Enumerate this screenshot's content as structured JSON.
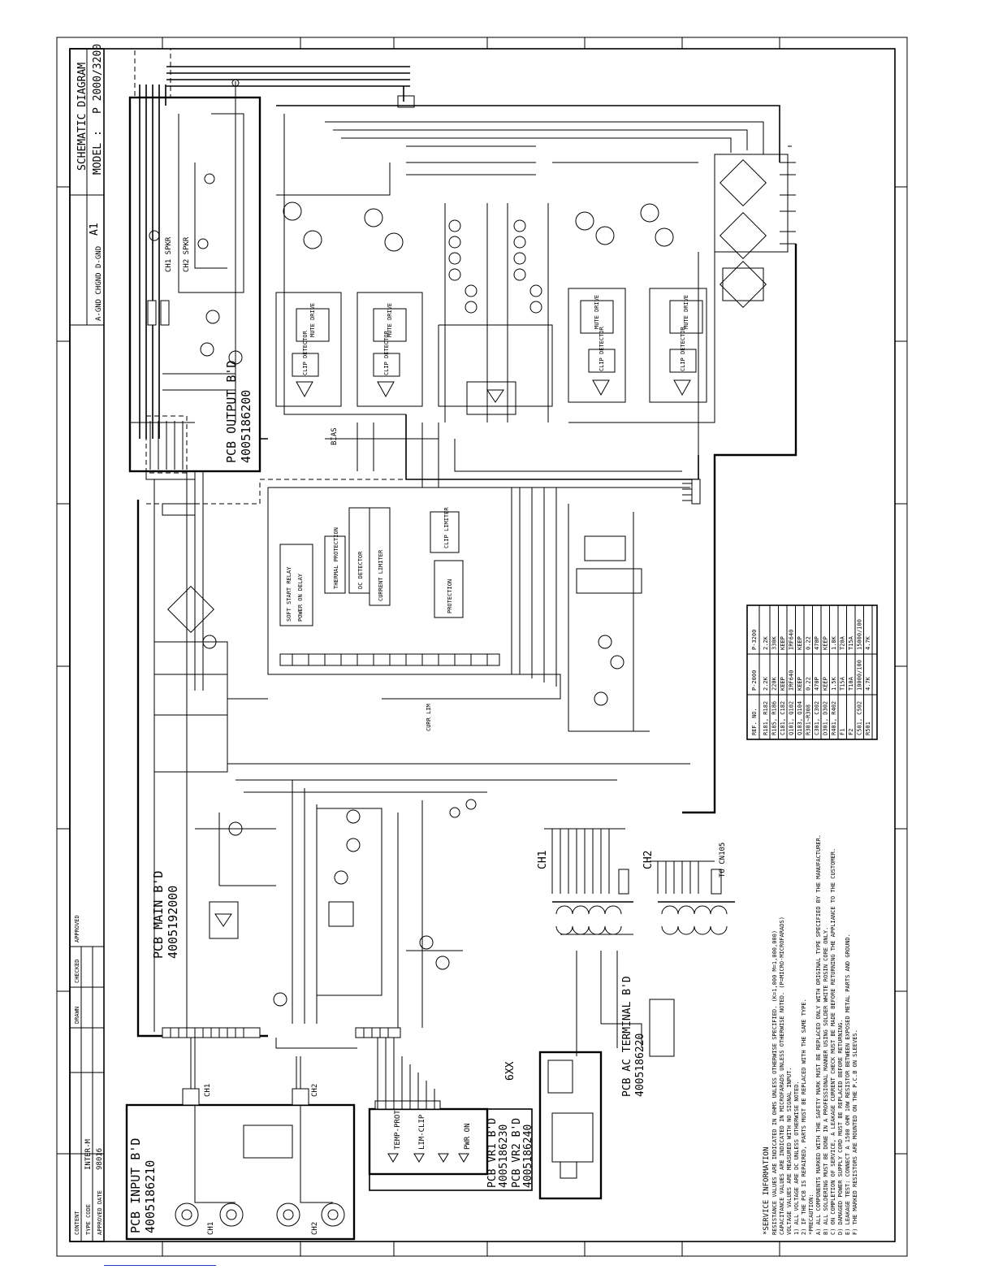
{
  "title_block": {
    "title": "SCHEMATIC DIAGRAM",
    "model_label": "MODEL :",
    "model": "P 2000/3200",
    "size": "A1",
    "ground_symbols": "A-GND  CHGND  D-GND",
    "company": "INTER-M",
    "doc_no": "98016",
    "labels": [
      "CONTENT",
      "TYPE CODE",
      "APPROVED DATE",
      "DRAWN",
      "CHECKED",
      "APPROVED"
    ]
  },
  "boards": {
    "output": {
      "name": "PCB OUTPUT B'D",
      "code": "4005186200"
    },
    "main": {
      "name": "PCB MAIN B'D",
      "code": "4005192000"
    },
    "input": {
      "name": "PCB INPUT B'D",
      "code": "4005186210"
    },
    "vr1": {
      "name": "PCB VR1 B'D",
      "code": "4005186230"
    },
    "vr2": {
      "name": "PCB VR2 B'D",
      "code": "4005186240"
    },
    "ac": {
      "name": "PCB AC TERMINAL B'D",
      "code": "4005186220"
    },
    "vr_suffix": "6XX"
  },
  "channel_labels": {
    "ch1": "CH1",
    "ch2": "CH2"
  },
  "misc_labels": {
    "spkr1": "CH1 SPKR",
    "spkr2": "CH2 SPKR",
    "bias": "BIAS",
    "temp_prot": "TEMP-PROT",
    "lim_clip": "LIM-CLIP",
    "pwr_on": "PWR ON",
    "curr_lim": "CURR LIM",
    "to_cn": "TO CN105"
  },
  "blocks": [
    "SOFT START RELAY",
    "POWER ON DELAY",
    "THERMAL PROTECTION",
    "DC DETECTOR",
    "CURRENT LIMITER",
    "CLIP LIMITER",
    "PROTECTION",
    "MUTE DRIVE",
    "MUTE DRIVE",
    "MUTE DRIVE",
    "MUTE DRIVE",
    "CLIP DETECTOR",
    "CLIP DETECTOR",
    "CLIP DETECTOR",
    "CLIP DETECTOR"
  ],
  "parts_table": {
    "headers": [
      "REF. NO.",
      "P-2000",
      "P-3200"
    ],
    "rows": [
      [
        "R181, R182",
        "2.2K",
        "2.2K"
      ],
      [
        "R185, R186",
        "220K",
        "330K"
      ],
      [
        "C181, C182",
        "KEEP",
        "KEEP"
      ],
      [
        "Q101, Q102",
        "IRF640",
        "IRF640"
      ],
      [
        "Q103, Q104",
        "KEEP",
        "KEEP"
      ],
      [
        "R301~R308",
        "0.22",
        "0.22"
      ],
      [
        "C301, C302",
        "470P",
        "470P"
      ],
      [
        "D301, D302",
        "KEEP",
        "KEEP"
      ],
      [
        "R401, R402",
        "1.5K",
        "1.8K"
      ],
      [
        "F1",
        "T15A",
        "T20A"
      ],
      [
        "F2",
        "T10A",
        "T15A"
      ],
      [
        "C501, C502",
        "10000/100",
        "15000/100"
      ],
      [
        "R501",
        "4.7K",
        "4.7K"
      ]
    ]
  },
  "notes": {
    "title": "*SERVICE INFORMATION",
    "lines": [
      "RESISTANCE VALUES ARE INDICATED IN OHMS UNLESS OTHERWISE SPECIFIED. (K=1,000  M=1,000,000)",
      "CAPACITANCE VALUES ARE INDICATED IN MICROFARADS UNLESS OTHERWISE NOTED. (P=MICRO-MICROFARADS)",
      "VOLTAGE VALUES ARE MEASURED WITH NO SIGNAL INPUT.",
      "1) ALL VOLTAGE ARE DC UNLESS OTHERWISE NOTED.",
      "2) IF THE PCB IS REPAIRED, PARTS MUST BE REPLACED WITH THE SAME TYPE.",
      "*PRECAUTION:",
      "A) ALL COMPONENTS MARKED WITH THE SAFETY MARK MUST BE REPLACED ONLY WITH ORIGINAL TYPE SPECIFIED BY THE MANUFACTURER.",
      "B) ALL SOLDERING MUST BE DONE IN A PROFESSIONAL MANNER USING SOLDER WHITE ROSIN CORE ONLY.",
      "C) ON COMPLETION OF SERVICE, A LEAKAGE CURRENT CHECK MUST BE MADE BEFORE RETURNING THE APPLIANCE TO THE CUSTOMER.",
      "D) DAMAGED POWER SUPPLY CORD MUST BE REPLACED BEFORE RETURNING.",
      "E) LEAKAGE TEST: CONNECT A 1500 OHM 10W RESISTOR BETWEEN EXPOSED METAL PARTS AND GROUND.",
      "F) THE MARKED RESISTORS ARE MOUNTED ON THE P.C.B ON SLEEVES."
    ]
  }
}
